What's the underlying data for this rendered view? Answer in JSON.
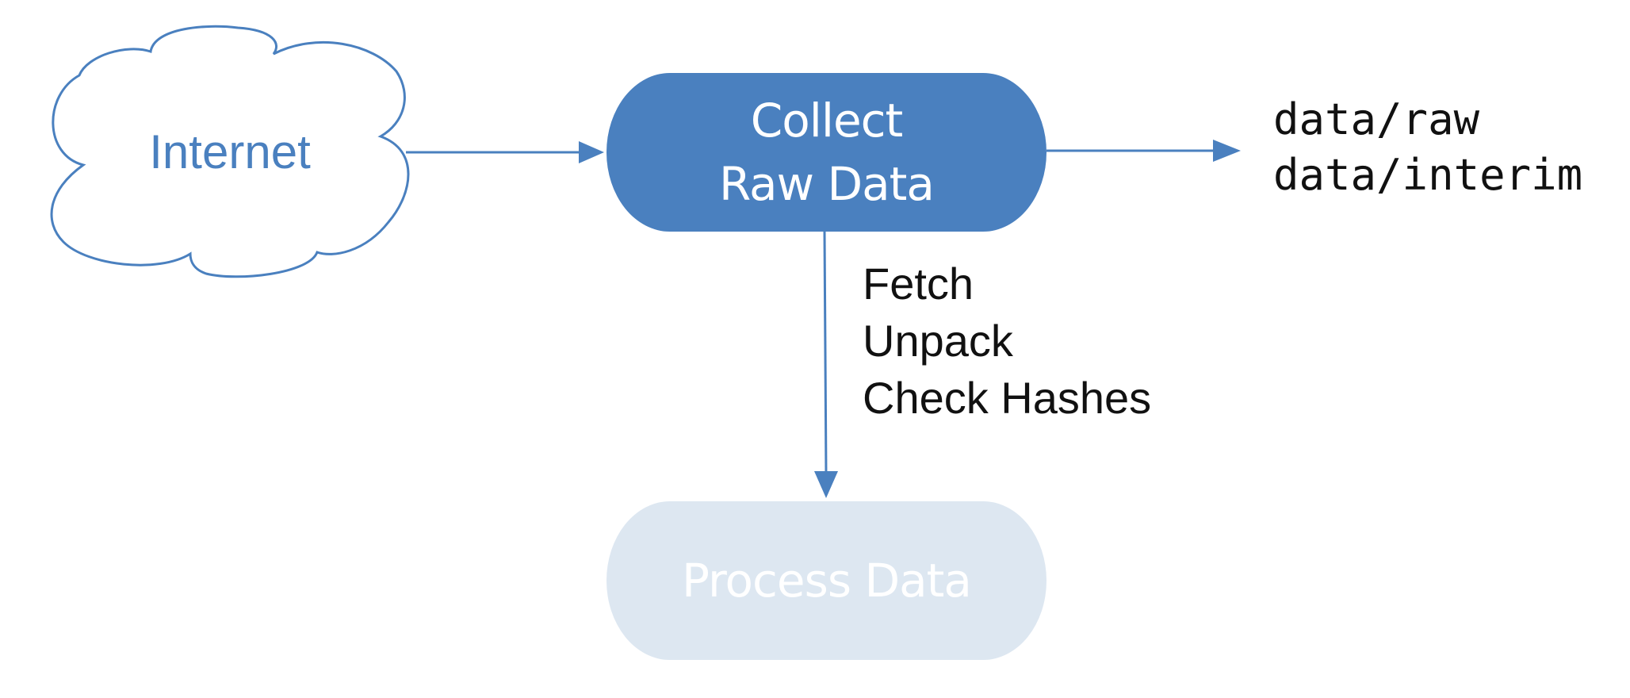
{
  "colors": {
    "accent": "#4a80bf",
    "faded_node": "#dde7f1",
    "text_dark": "#111111"
  },
  "cloud": {
    "icon": "cloud-icon",
    "label": "Internet"
  },
  "collect_node": {
    "line1": "Collect",
    "line2": "Raw Data"
  },
  "outputs": [
    "data/raw",
    "data/interim"
  ],
  "steps": [
    "Fetch",
    "Unpack",
    "Check Hashes"
  ],
  "process_node": {
    "label": "Process Data"
  }
}
